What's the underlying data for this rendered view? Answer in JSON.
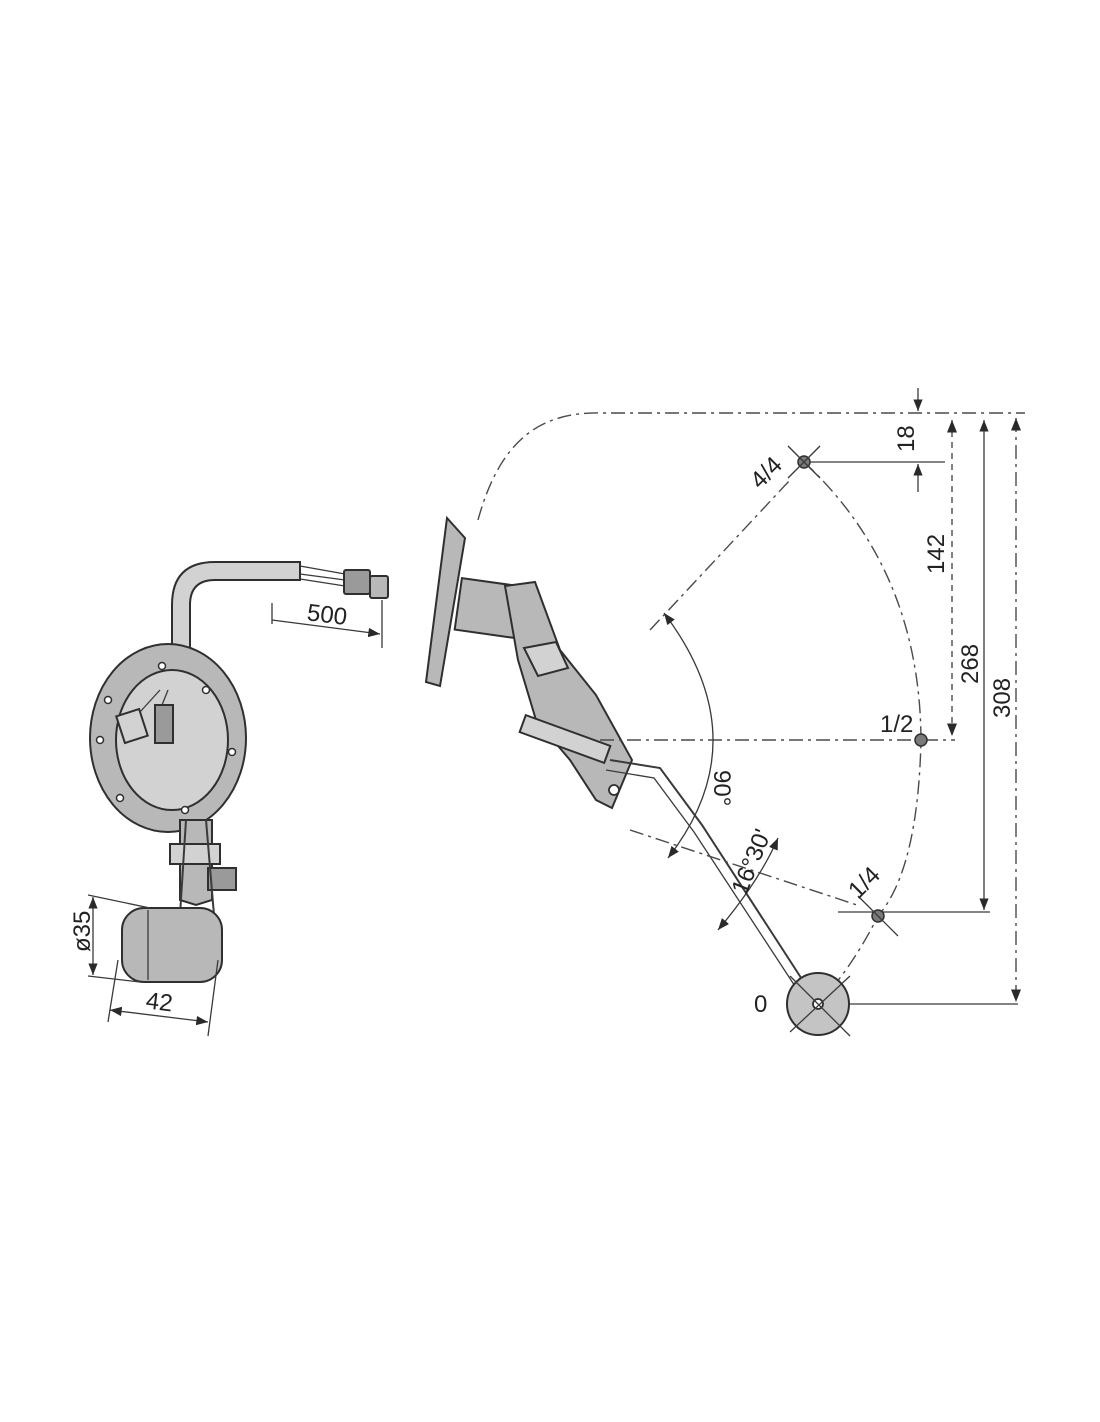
{
  "labels": {
    "cable_length": "500",
    "float_diameter": "ø35",
    "float_width": "42",
    "angle_total": "90°",
    "angle_offset": "16°30'",
    "level_full": "4/4",
    "level_half": "1/2",
    "level_quarter": "1/4",
    "level_empty": "0",
    "dim_18": "18",
    "dim_142": "142",
    "dim_268": "268",
    "dim_308": "308"
  },
  "colors": {
    "line": "#3a3a3a",
    "part_fill": "#b8b8b8",
    "background": "#ffffff"
  }
}
